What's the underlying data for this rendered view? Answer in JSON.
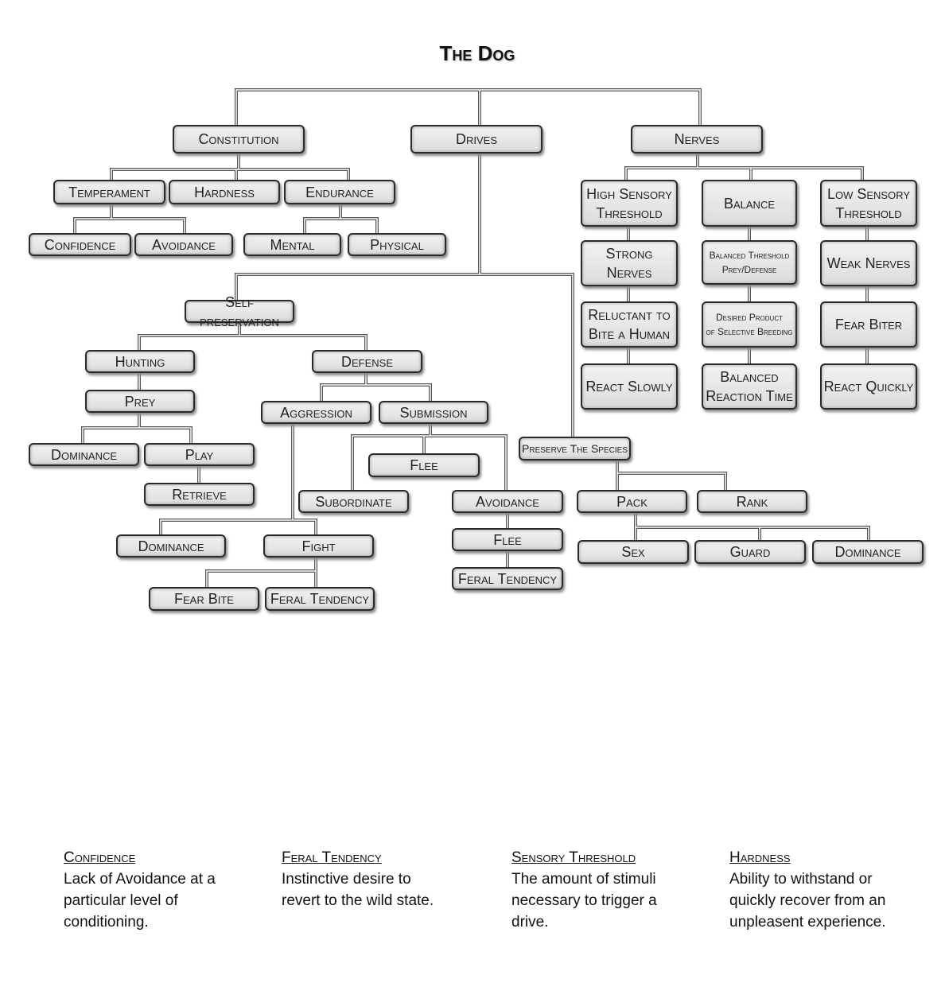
{
  "title": "The Dog",
  "nodes": {
    "constitution": "Constitution",
    "drives": "Drives",
    "nerves": "Nerves",
    "temperament": "Temperament",
    "hardness": "Hardness",
    "endurance": "Endurance",
    "confidence": "Confidence",
    "avoidance_temp": "Avoidance",
    "mental": "Mental",
    "physical": "Physical",
    "high_sensory": "High Sensory\nThreshold",
    "balance": "Balance",
    "low_sensory": "Low Sensory\nThreshold",
    "strong_nerves": "Strong Nerves",
    "balanced_threshold": "Balanced Threshold\nPrey/Defense",
    "weak_nerves": "Weak Nerves",
    "reluctant": "Reluctant to\nBite a Human",
    "desired_product": "Desired Product\nof Selective Breeding",
    "fear_biter": "Fear Biter",
    "react_slowly": "React Slowly",
    "balanced_reaction": "Balanced\nReaction Time",
    "react_quickly": "React Quickly",
    "self_preservation": "Self preservation",
    "hunting": "Hunting",
    "defense": "Defense",
    "prey": "Prey",
    "aggression": "Aggression",
    "submission": "Submission",
    "preserve_species": "Preserve The Species",
    "dominance_prey": "Dominance",
    "play": "Play",
    "flee_sub": "Flee",
    "retrieve": "Retrieve",
    "subordinate": "Subordinate",
    "avoidance_sub": "Avoidance",
    "pack": "Pack",
    "rank": "Rank",
    "dominance_agg": "Dominance",
    "fight": "Fight",
    "flee_avoid": "Flee",
    "feral_avoid": "Feral Tendency",
    "sex": "Sex",
    "guard": "Guard",
    "dominance_pack": "Dominance",
    "fear_bite": "Fear Bite",
    "feral_fight": "Feral Tendency"
  },
  "legend": [
    {
      "term": "Confidence",
      "definition": "Lack of Avoidance at a particular level of conditioning."
    },
    {
      "term": "Feral Tendency",
      "definition": "Instinctive desire to revert to the wild state."
    },
    {
      "term": "Sensory Threshold",
      "definition": "The amount of stimuli necessary to trigger a drive."
    },
    {
      "term": "Hardness",
      "definition": "Ability to withstand or quickly recover from an unpleasent experience."
    }
  ]
}
